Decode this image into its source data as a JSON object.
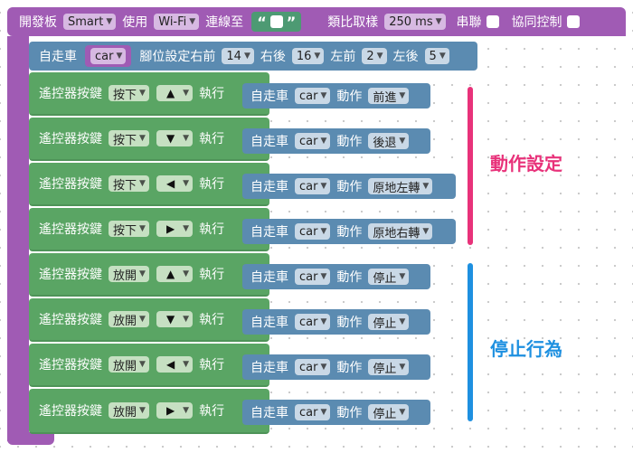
{
  "colors": {
    "purple": "#a05bb4",
    "blue": "#5b8bb1",
    "green": "#5aa564",
    "pink": "#e8327a",
    "sky": "#1e90e0"
  },
  "top": {
    "board_label": "開發板",
    "board_value": "Smart",
    "use_label": "使用",
    "conn_value": "Wi-Fi",
    "connect_label": "連線至",
    "quote_open": "“",
    "quote_close": "”",
    "sample_label": "類比取樣",
    "sample_value": "250 ms",
    "serial_label": "串聯",
    "collab_label": "協同控制"
  },
  "car": {
    "label": "自走車",
    "var": "car",
    "pins_label": "腳位設定右前",
    "rf": "14",
    "rb_label": "右後",
    "rb": "16",
    "lf_label": "左前",
    "lf": "2",
    "lb_label": "左後",
    "lb": "5"
  },
  "remote_label": "遙控器按鍵",
  "exec_label": "執行",
  "action_car_label": "自走車",
  "action_label": "動作",
  "action_var": "car",
  "rows": [
    {
      "event": "按下",
      "dir_icon": "up-triangle",
      "dir_glyph": "▲",
      "action": "前進"
    },
    {
      "event": "按下",
      "dir_icon": "down-triangle",
      "dir_glyph": "▼",
      "action": "後退"
    },
    {
      "event": "按下",
      "dir_icon": "left-triangle",
      "dir_glyph": "◀",
      "action": "原地左轉"
    },
    {
      "event": "按下",
      "dir_icon": "right-triangle",
      "dir_glyph": "▶",
      "action": "原地右轉"
    },
    {
      "event": "放開",
      "dir_icon": "up-triangle",
      "dir_glyph": "▲",
      "action": "停止"
    },
    {
      "event": "放開",
      "dir_icon": "down-triangle",
      "dir_glyph": "▼",
      "action": "停止"
    },
    {
      "event": "放開",
      "dir_icon": "left-triangle",
      "dir_glyph": "◀",
      "action": "停止"
    },
    {
      "event": "放開",
      "dir_icon": "right-triangle",
      "dir_glyph": "▶",
      "action": "停止"
    }
  ],
  "annotations": {
    "top": "動作設定",
    "bottom": "停止行為"
  }
}
